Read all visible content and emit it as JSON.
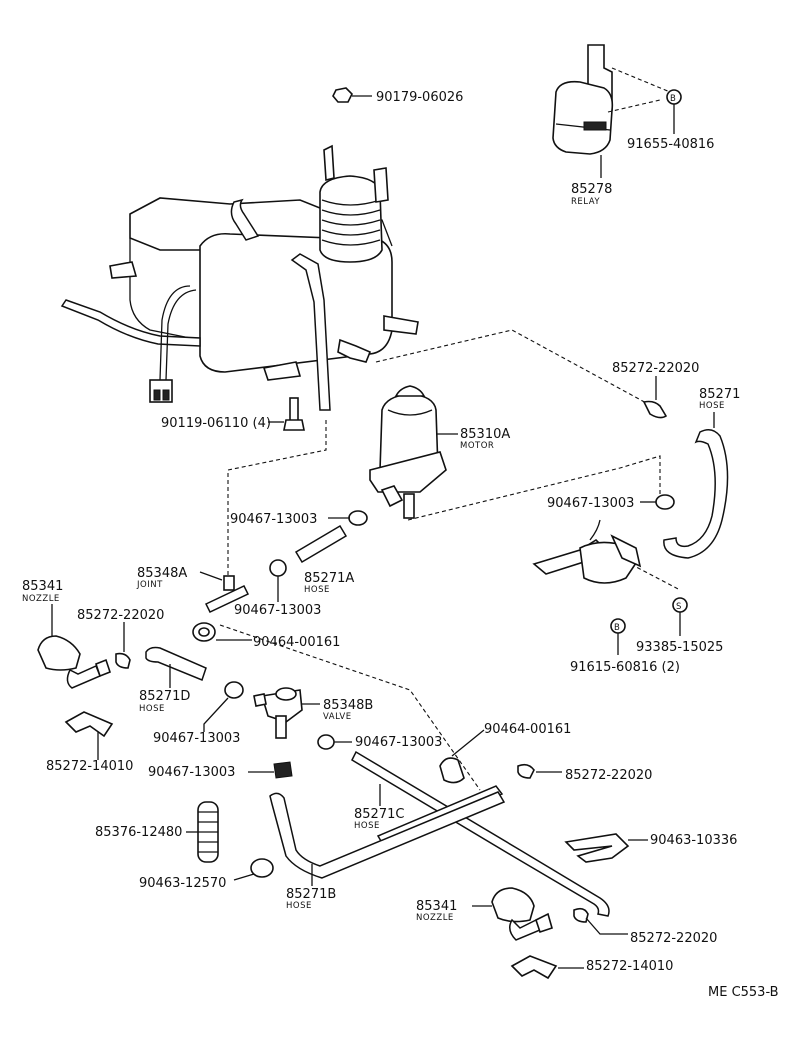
{
  "labels": {
    "p90179_06026": "90179-06026",
    "p91655_40816": "91655-40816",
    "p85278": "85278",
    "relay": "RELAY",
    "p90119_06110": "90119-06110 (4)",
    "p85272_22020_a": "85272-22020",
    "p85271": "85271",
    "hose_85271": "HOSE",
    "p85310A": "85310A",
    "motor": "MOTOR",
    "p90467_13003_a": "90467-13003",
    "p90467_13003_b": "90467-13003",
    "p85348A": "85348A",
    "joint": "JOINT",
    "p85271A": "85271A",
    "hose_85271A": "HOSE",
    "p90467_13003_c": "90467-13003",
    "p85341_a": "85341",
    "nozzle_a": "NOZZLE",
    "p85272_22020_b": "85272-22020",
    "p90464_00161_a": "90464-00161",
    "p93385_15025": "93385-15025",
    "p91615_60816": "91615-60816 (2)",
    "p85271D": "85271D",
    "hose_85271D": "HOSE",
    "p85348B": "85348B",
    "valve": "VALVE",
    "p90467_13003_d": "90467-13003",
    "p85272_14010_a": "85272-14010",
    "p90467_13003_e": "90467-13003",
    "p90464_00161_b": "90464-00161",
    "p90467_13003_f": "90467-13003",
    "p85272_22020_c": "85272-22020",
    "p85271C": "85271C",
    "hose_85271C": "HOSE",
    "p85376_12480": "85376-12480",
    "p90463_10336": "90463-10336",
    "p90463_12570": "90463-12570",
    "p85271B": "85271B",
    "hose_85271B": "HOSE",
    "p85341_b": "85341",
    "nozzle_b": "NOZZLE",
    "p85272_22020_d": "85272-22020",
    "p85272_14010_b": "85272-14010",
    "diagram_code": "ME C553-B",
    "marker_b1": "B",
    "marker_b2": "B",
    "marker_s": "S"
  }
}
